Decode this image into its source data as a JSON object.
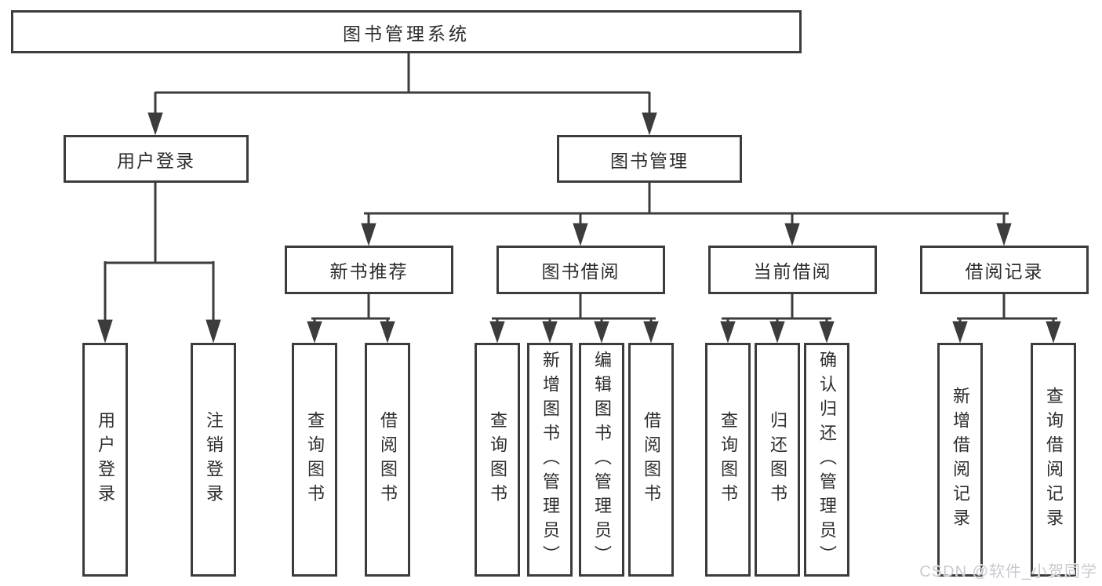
{
  "diagram": {
    "colors": {
      "line": "#3c3c3c",
      "text": "#2d2d2d",
      "background": "#ffffff",
      "watermark": "#c5c8cd"
    },
    "root": {
      "label": "图书管理系统"
    },
    "branches": [
      {
        "label": "用户登录",
        "children": [
          {
            "label": "用户登录"
          },
          {
            "label": "注销登录"
          }
        ]
      },
      {
        "label": "图书管理",
        "children": [
          {
            "label": "新书推荐",
            "children": [
              {
                "label": "查询图书"
              },
              {
                "label": "借阅图书"
              }
            ]
          },
          {
            "label": "图书借阅",
            "children": [
              {
                "label": "查询图书"
              },
              {
                "label": "新增图书（管理员）"
              },
              {
                "label": "编辑图书（管理员）"
              },
              {
                "label": "借阅图书"
              }
            ]
          },
          {
            "label": "当前借阅",
            "children": [
              {
                "label": "查询图书"
              },
              {
                "label": "归还图书"
              },
              {
                "label": "确认归还（管理员）"
              }
            ]
          },
          {
            "label": "借阅记录",
            "children": [
              {
                "label": "新增借阅记录"
              },
              {
                "label": "查询借阅记录"
              }
            ]
          }
        ]
      }
    ],
    "watermark": "CSDN @软件_小贺同学"
  }
}
